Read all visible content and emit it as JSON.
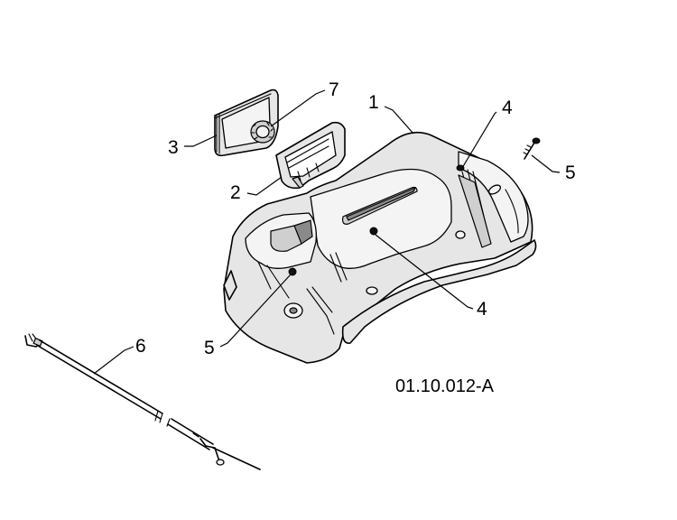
{
  "diagram": {
    "drawing_code": "01.10.012-A",
    "callouts": [
      {
        "id": "c1",
        "label": "1"
      },
      {
        "id": "c2",
        "label": "2"
      },
      {
        "id": "c3",
        "label": "3"
      },
      {
        "id": "c4a",
        "label": "4"
      },
      {
        "id": "c4b",
        "label": "4"
      },
      {
        "id": "c5a",
        "label": "5"
      },
      {
        "id": "c5b",
        "label": "5"
      },
      {
        "id": "c6",
        "label": "6"
      },
      {
        "id": "c7",
        "label": "7"
      }
    ]
  },
  "colors": {
    "ink": "#000000",
    "part_fill": "#e6e6e6",
    "background": "#ffffff"
  }
}
